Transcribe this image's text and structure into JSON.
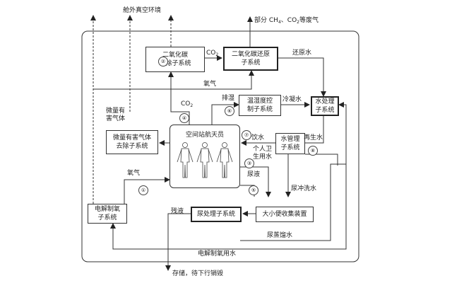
{
  "diagram": {
    "boxes": {
      "co2_removal": "二氧化碳\n去除子系统",
      "co2_reduction": "二氧化碳还原\n子系统",
      "temp_humidity": "温湿度控\n制子系统",
      "water_processing": "水处理\n子系统",
      "water_management": "水管理\n子系统",
      "trace_gas_removal": "微量有害气体\n去除子系统",
      "crew": "空间站航天员",
      "electrolysis": "电解制氧\n子系统",
      "urine_processing": "尿处理子系统",
      "waste_collection": "大小便收集装置"
    },
    "labels": {
      "outside_vacuum": "舱外真空环境",
      "partial_waste_gas": "部分",
      "partial_waste_gas_ch": "CH",
      "partial_waste_gas_co": "、CO",
      "partial_waste_gas_tail": "等废气",
      "co2_top": "CO",
      "co2_mid": "CO",
      "reduced_water": "还原水",
      "oxygen_top": "氧气",
      "oxygen_left": "氧气",
      "trace_gas": "微量有\n害气体",
      "exhaust_moisture": "排湿",
      "condensate": "冷凝水",
      "regenerated_water": "再生水",
      "drinking_water": "饮水",
      "hygiene_water": "个人卫\n生用水",
      "urine": "尿液",
      "flush_water": "尿冲洗水",
      "residue": "残液",
      "distilled_water": "尿蒸馏水",
      "electrolysis_water": "电解制氧用水",
      "storage": "存储，待下行销毁"
    },
    "markers": [
      "①",
      "②",
      "③",
      "④",
      "⑤",
      "⑥",
      "⑦",
      "⑧"
    ],
    "subscripts": {
      "four": "4",
      "two": "2"
    }
  }
}
